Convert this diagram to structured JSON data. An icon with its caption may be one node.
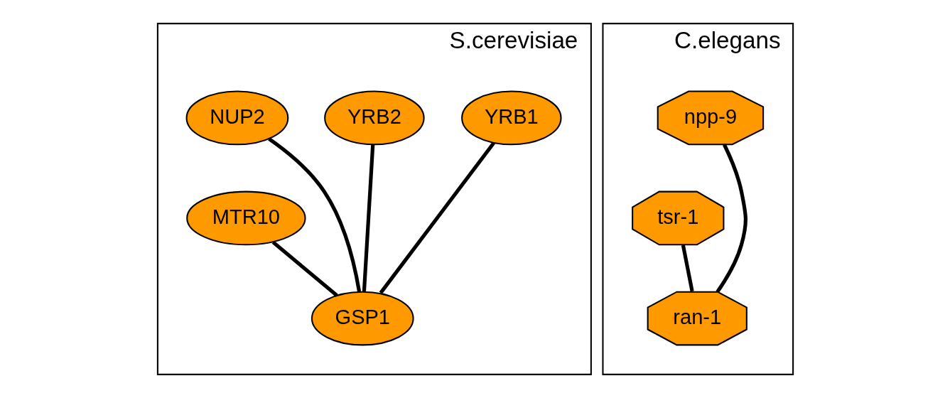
{
  "diagram": {
    "nodes": [
      {
        "text": [
          "S.cerevisiae"
        ]
      },
      {
        "text": [
          "YRB1"
        ],
        "in": 0
      },
      {
        "text": [
          "YRB2"
        ],
        "in": 0
      },
      {
        "text": [
          "NUP2"
        ],
        "in": 0
      },
      {
        "text": [
          "MTR10"
        ],
        "in": 0
      },
      {
        "text": [
          "GSP1"
        ],
        "in": 0
      },
      {
        "text": [
          "C.elegans"
        ]
      },
      {
        "text": [
          "npp-9"
        ],
        "in": 6
      },
      {
        "text": [
          "tsr-1"
        ],
        "in": 6
      },
      {
        "text": [
          "ran-1"
        ],
        "in": 6
      }
    ],
    "edges": [
      {
        "from": 1,
        "to": 5,
        "arrow": "none"
      },
      {
        "from": 4,
        "to": 5,
        "arrow": "none"
      },
      {
        "from": 2,
        "to": 5,
        "arrow": "none"
      },
      {
        "from": 3,
        "to": 5,
        "arrow": "none"
      },
      {
        "from": 7,
        "to": 9,
        "arrow": "none"
      },
      {
        "from": 8,
        "to": 9,
        "arrow": "none"
      }
    ]
  }
}
